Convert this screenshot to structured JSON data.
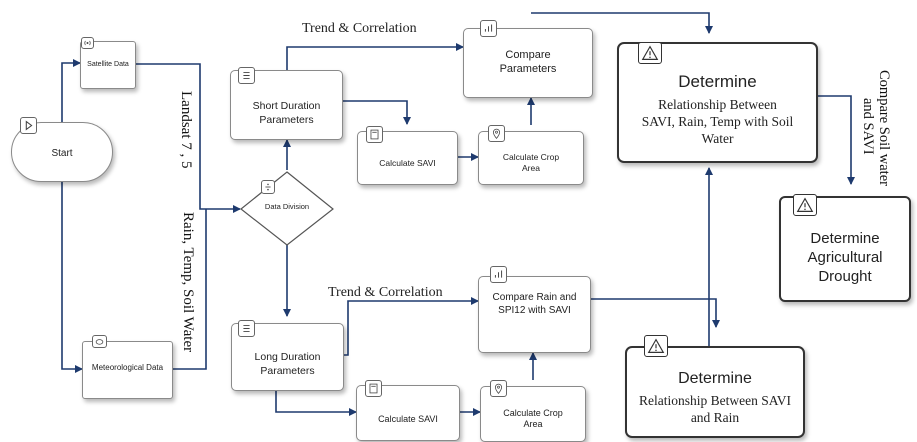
{
  "nodes": {
    "start": "Start",
    "satellite": "Satellite Data",
    "meteorological": "Meteorological Data",
    "data_division": "Data Division",
    "short_params": "Short Duration Parameters",
    "long_params": "Long Duration Parameters",
    "calc_savi_top": "Calculate SAVI",
    "calc_crop_top": "Calculate Crop Area",
    "compare_params": "Compare Parameters",
    "calc_savi_bottom": "Calculate SAVI",
    "calc_crop_bottom": "Calculate Crop Area",
    "compare_rain": "Compare Rain and SPI12 with SAVI",
    "determine_top_title": "Determine",
    "determine_top_text": "Relationship Between SAVI, Rain, Temp with Soil Water",
    "determine_bottom_title": "Determine",
    "determine_bottom_text": "Relationship Between SAVI and Rain",
    "drought": "Determine Agricultural Drought"
  },
  "edge_labels": {
    "landsat": "Landsat 7 , 5",
    "rain_temp": "Rain, Temp, Soil Water",
    "trend_top": "Trend & Correlation",
    "trend_bottom": "Trend & Correlation",
    "compare_soil_line1": "Compare Soil water",
    "compare_soil_line2": "and SAVI"
  },
  "icons": {
    "start": "play-icon",
    "satellite": "broadcast-icon",
    "meteorological": "cloud-icon",
    "data_division": "divide-icon",
    "params": "list-icon",
    "calc_savi": "calculator-icon",
    "calc_crop": "location-pin-icon",
    "compare": "bar-chart-icon",
    "determine": "warning-icon"
  }
}
